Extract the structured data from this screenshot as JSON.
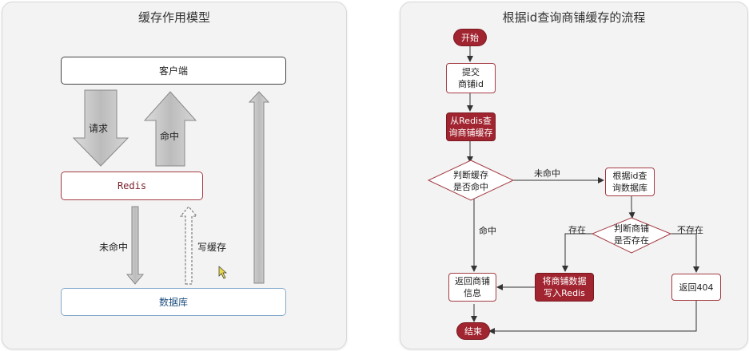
{
  "left_panel": {
    "title": "缓存作用模型",
    "client_label": "客户端",
    "redis_label": "Redis",
    "db_label": "数据库",
    "arrow_request": "请求",
    "arrow_hit": "命中",
    "arrow_miss": "未命中",
    "arrow_write_cache": "写缓存"
  },
  "right_panel": {
    "title": "根据id查询商铺缓存的流程",
    "start": "开始",
    "submit": "提交\n商铺id",
    "query_redis": "从Redis查\n询商铺缓存",
    "decision_hit": "判断缓存\n是否命中",
    "query_db": "根据id查\n询数据库",
    "decision_exist": "判断商铺\n是否存在",
    "write_redis": "将商铺数据\n写入Redis",
    "return_info": "返回商铺\n信息",
    "return_404": "返回404",
    "end": "结束",
    "edge_miss": "未命中",
    "edge_hit": "命中",
    "edge_exists": "存在",
    "edge_not_exists": "不存在"
  },
  "colors": {
    "accent_red": "#a12530",
    "redis_border": "#a43c44",
    "db_border": "#86aacc",
    "arrow_gray": "#c9c9c9"
  }
}
